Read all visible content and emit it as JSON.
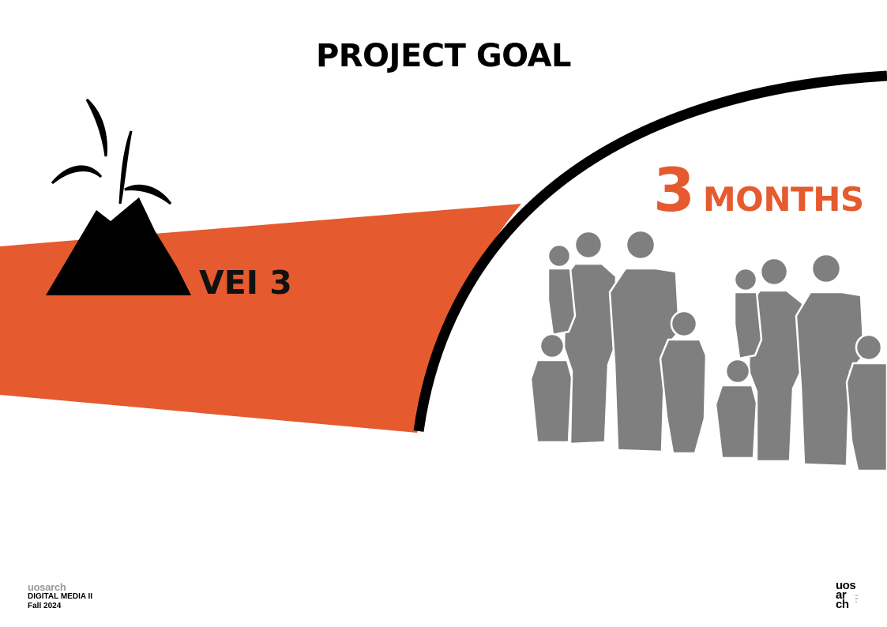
{
  "slide": {
    "title": "PROJECT GOAL",
    "left_label": "VEI 3",
    "duration_number": "3",
    "duration_unit": "MONTHS"
  },
  "footer": {
    "brand": "uosarch",
    "course": "DIGITAL MEDIA II",
    "term": "Fall 2024"
  },
  "logo": {
    "line1": "uos",
    "line2": "ar",
    "line3": "ch"
  },
  "colors": {
    "accent": "#e55a2e",
    "silhouette": "#7f7f7f",
    "ink": "#000000"
  }
}
